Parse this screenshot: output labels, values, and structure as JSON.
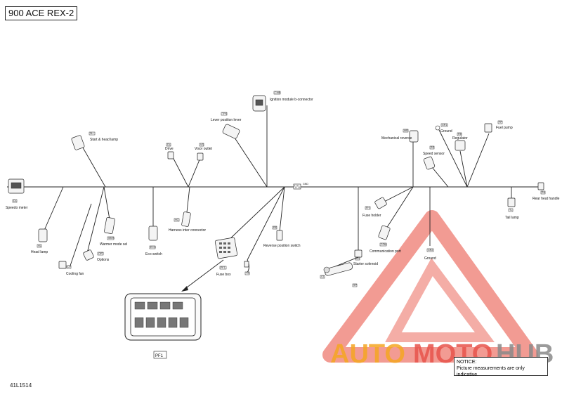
{
  "title": "900 ACE REX-2",
  "reference": "41L1514",
  "notice": {
    "heading": "NOTICE:",
    "text": "Picture measurements are only indicative."
  },
  "watermark": {
    "part1": "AUTO",
    "part2": "MOTO",
    "part3": "HUB",
    "color_orange": "#f5a623",
    "color_red": "#e8544c",
    "color_gray": "#8a8a8a"
  },
  "labels": {
    "speedo": "Speedo meter",
    "start_head": "Start & head lamp",
    "head_lamp": "Head lamp",
    "warmer": "Warmer mode sel",
    "options": "Options",
    "cooling_fan": "Cooling fan",
    "drive": "Drive",
    "visor": "Visor outlet",
    "eco": "Eco switch",
    "harness_inter": "Harness inter connector",
    "lever": "Lever position lever",
    "ignition": "Ignition module b-connector",
    "fuse_box": "Fuse box",
    "reverse_pos": "Reverse position switch",
    "mechanical_rev": "Mechanical reverse",
    "ground_top": "Ground",
    "regulator": "Regulator",
    "fuel_pump": "Fuel pump",
    "speed_sensor": "Speed sensor",
    "fuse_holder": "Fuse holder",
    "comm_port": "Communication port",
    "ground_bottom": "Ground",
    "starter": "Starter solenoid",
    "rear_heat": "Rear heat handle",
    "tail_lamp": "Tail lamp"
  },
  "tags": {
    "speedo": "DL",
    "start_head": "SH",
    "head_lamp": "HL",
    "warmer": "WMS",
    "options": "OPT",
    "cooling_fan": "CF",
    "drive": "DL",
    "visor": "VS",
    "eco": "ECO",
    "harness_inter": "HC",
    "lever": "TPS",
    "ignition": "CMB",
    "fuse_box": "PF1",
    "fuse_box_detail": "PF1",
    "reverse_pos": "RE",
    "ts": "TS",
    "mechanical_rev": "MR",
    "ground_top": "GR1",
    "regulator": "RE",
    "fuel_pump": "FP",
    "speed_sensor": "SS",
    "fuse_holder": "FH",
    "comm_port": "COM",
    "ground_bottom": "GR2",
    "starter": "SS",
    "st1": "ST",
    "st2": "SP",
    "rear_heat": "RH",
    "tail_lamp": "TL",
    "splice": "GND"
  }
}
